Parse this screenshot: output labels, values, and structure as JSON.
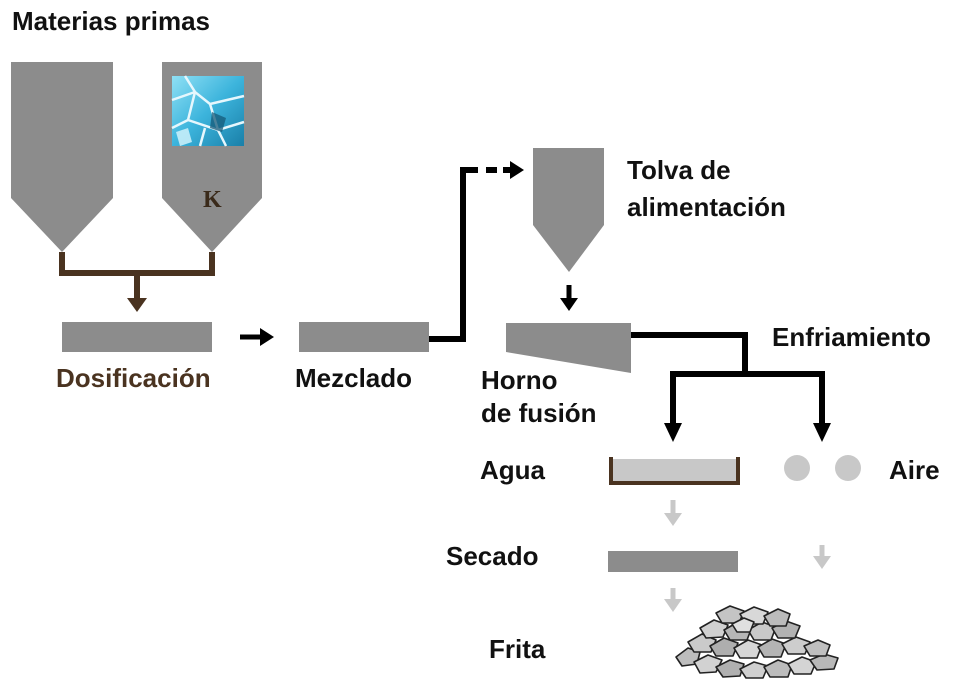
{
  "labels": {
    "raw_materials": "Materias primas",
    "k_marker": "K",
    "dosing": "Dosificación",
    "mixing": "Mezclado",
    "feed_hopper_line1": "Tolva de",
    "feed_hopper_line2": "alimentación",
    "furnace_line1": "Horno",
    "furnace_line2": "de fusión",
    "cooling": "Enfriamiento",
    "water": "Agua",
    "air": "Aire",
    "drying": "Secado",
    "frit": "Frita"
  },
  "colors": {
    "equipment_gray": "#8c8c8c",
    "light_gray": "#c8c8c8",
    "line_black": "#000000",
    "line_brown": "#4a3320",
    "crystal_blue": "#3cb4dc"
  }
}
